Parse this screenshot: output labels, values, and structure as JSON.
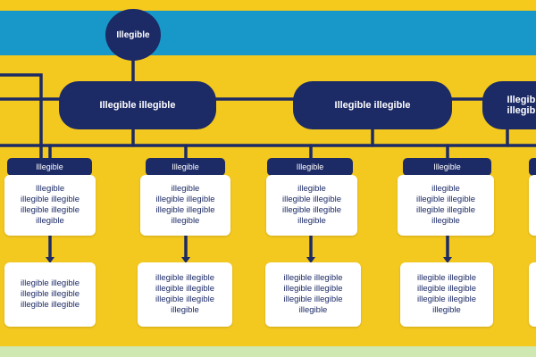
{
  "colors": {
    "background": "#f3c81f",
    "band": "#1898c8",
    "node": "#1c2a66",
    "card": "#ffffff",
    "line": "#1c2a66"
  },
  "root": {
    "label": "Illegible"
  },
  "branches": [
    {
      "label": "Illegible illegible"
    },
    {
      "label": "Illegible illegible"
    },
    {
      "label": "Illegible illegible"
    }
  ],
  "columns": [
    {
      "tag": "Illegible",
      "top_lines": [
        "Illegible",
        "illegible illegible",
        "illegible illegible",
        "illegible"
      ],
      "bottom_lines": [
        "illegible illegible",
        "illegible illegible",
        "illegible illegible"
      ]
    },
    {
      "tag": "Illegible",
      "top_lines": [
        "illegible",
        "illegible illegible",
        "illegible illegible",
        "illegible"
      ],
      "bottom_lines": [
        "illegible illegible",
        "illegible illegible",
        "illegible illegible",
        "illegible"
      ]
    },
    {
      "tag": "Illegible",
      "top_lines": [
        "illegible",
        "illegible illegible",
        "illegible illegible",
        "illegible"
      ],
      "bottom_lines": [
        "illegible illegible",
        "illegible illegible",
        "illegible illegible",
        "illegible"
      ]
    },
    {
      "tag": "Illegible",
      "top_lines": [
        "illegible",
        "illegible illegible",
        "illegible illegible",
        "illegible"
      ],
      "bottom_lines": [
        "illegible illegible",
        "illegible illegible",
        "illegible illegible",
        "illegible"
      ]
    },
    {
      "tag": "",
      "top_lines": [],
      "bottom_lines": []
    }
  ]
}
